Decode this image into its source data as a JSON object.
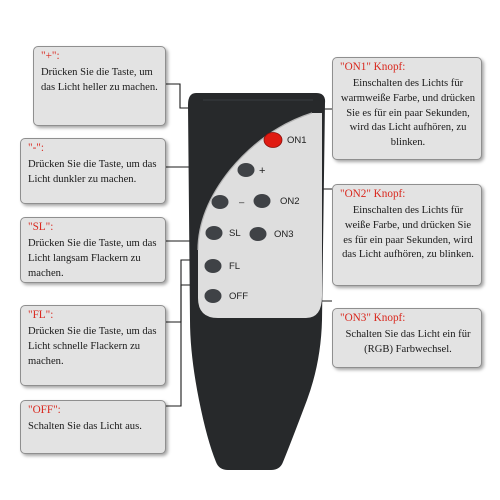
{
  "callouts": {
    "plus": {
      "title": "\"+\":",
      "body": "Drücken Sie die Taste, um das Licht heller zu machen."
    },
    "minus": {
      "title": "\"-\":",
      "body": "Drücken Sie die Taste, um das Licht dunkler zu machen."
    },
    "sl": {
      "title": "\"SL\":",
      "body": "Drücken Sie die Taste, um das Licht langsam Flackern zu machen."
    },
    "fl": {
      "title": "\"FL\":",
      "body": "Drücken Sie die Taste, um das Licht schnelle Flackern zu machen."
    },
    "off": {
      "title": "\"OFF\":",
      "body": "Schalten Sie das Licht aus."
    },
    "on1": {
      "title": "\"ON1\" Knopf:",
      "body": "Einschalten des Lichts für warmweiße Farbe, und drücken Sie es für ein paar Sekunden, wird das Licht aufhören, zu blinken."
    },
    "on2": {
      "title": "\"ON2\" Knopf:",
      "body": "Einschalten des Lichts für weiße Farbe, und drücken Sie es für ein paar Sekunden, wird das Licht aufhören, zu blinken."
    },
    "on3": {
      "title": "\"ON3\" Knopf:",
      "body": "Schalten Sie das Licht ein für (RGB) Farbwechsel."
    }
  },
  "buttons": {
    "on1": "ON1",
    "plus": "+",
    "minus": "–",
    "on2": "ON2",
    "sl": "SL",
    "on3": "ON3",
    "fl": "FL",
    "off": "OFF"
  },
  "colors": {
    "title_red": "#d9261c",
    "callout_bg": "#e3e3e3",
    "remote_body": "#27292b",
    "panel": "#dedede",
    "button": "#3f4246",
    "on1_button": "#e01b12"
  }
}
